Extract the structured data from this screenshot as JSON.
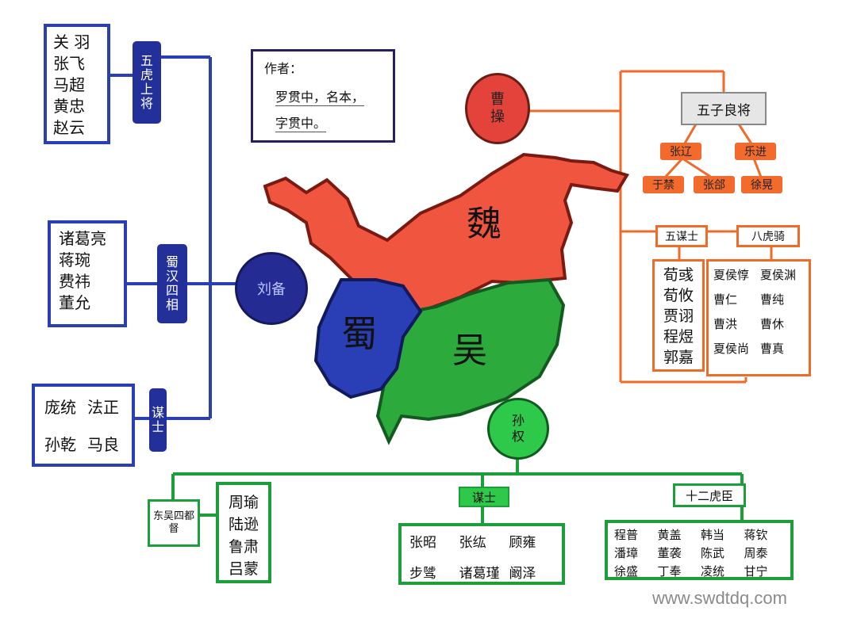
{
  "author": {
    "title": "作者：",
    "line1": "罗贯中，名本，",
    "line2": "字贯中。"
  },
  "map": {
    "wei": "魏",
    "shu": "蜀",
    "wu": "吴"
  },
  "shu": {
    "ruler": "刘备",
    "tiger_generals": {
      "label_chars": [
        "五",
        "虎",
        "上",
        "将"
      ],
      "names": [
        "关 羽",
        "张飞",
        "马超",
        "黄忠",
        "赵云"
      ]
    },
    "ministers": {
      "label_chars": [
        "蜀",
        "汉",
        "四",
        "相"
      ],
      "names": [
        "诸葛亮",
        "蒋琬",
        "费祎",
        "董允"
      ]
    },
    "advisors": {
      "label_chars": [
        "谋",
        "士"
      ],
      "names": [
        "庞统",
        "法正",
        "孙乾",
        "马良"
      ]
    }
  },
  "wei": {
    "ruler_chars": [
      "曹",
      "操"
    ],
    "five_generals": {
      "label": "五子良将",
      "names": [
        "张辽",
        "乐进",
        "于禁",
        "张郃",
        "徐晃"
      ]
    },
    "advisors": {
      "label": "五谋士",
      "names": [
        "荀彧",
        "荀攸",
        "贾诩",
        "程煜",
        "郭嘉"
      ]
    },
    "cavalry": {
      "label": "八虎骑",
      "names": [
        "夏侯惇",
        "夏侯渊",
        "曹仁",
        "曹纯",
        "曹洪",
        "曹休",
        "夏侯尚",
        "曹真"
      ]
    }
  },
  "wu": {
    "ruler_chars": [
      "孙",
      "权"
    ],
    "commanders": {
      "label": "东吴四都督",
      "names": [
        "周瑜",
        "陆逊",
        "鲁肃",
        "吕蒙"
      ]
    },
    "advisors": {
      "label": "谋士",
      "names": [
        "张昭",
        "张纮",
        "顾雍",
        "步骘",
        "诸葛瑾",
        "阚泽"
      ]
    },
    "twelve": {
      "label": "十二虎臣",
      "names": [
        "程普",
        "黄盖",
        "韩当",
        "蒋钦",
        "潘璋",
        "董袭",
        "陈武",
        "周泰",
        "徐盛",
        "丁奉",
        "凌统",
        "甘宁"
      ]
    }
  },
  "watermark": "www.swdtdq.com",
  "colors": {
    "shu": "#2a3fb5",
    "wei": "#f06a2a",
    "wu": "#1c9e3a"
  }
}
